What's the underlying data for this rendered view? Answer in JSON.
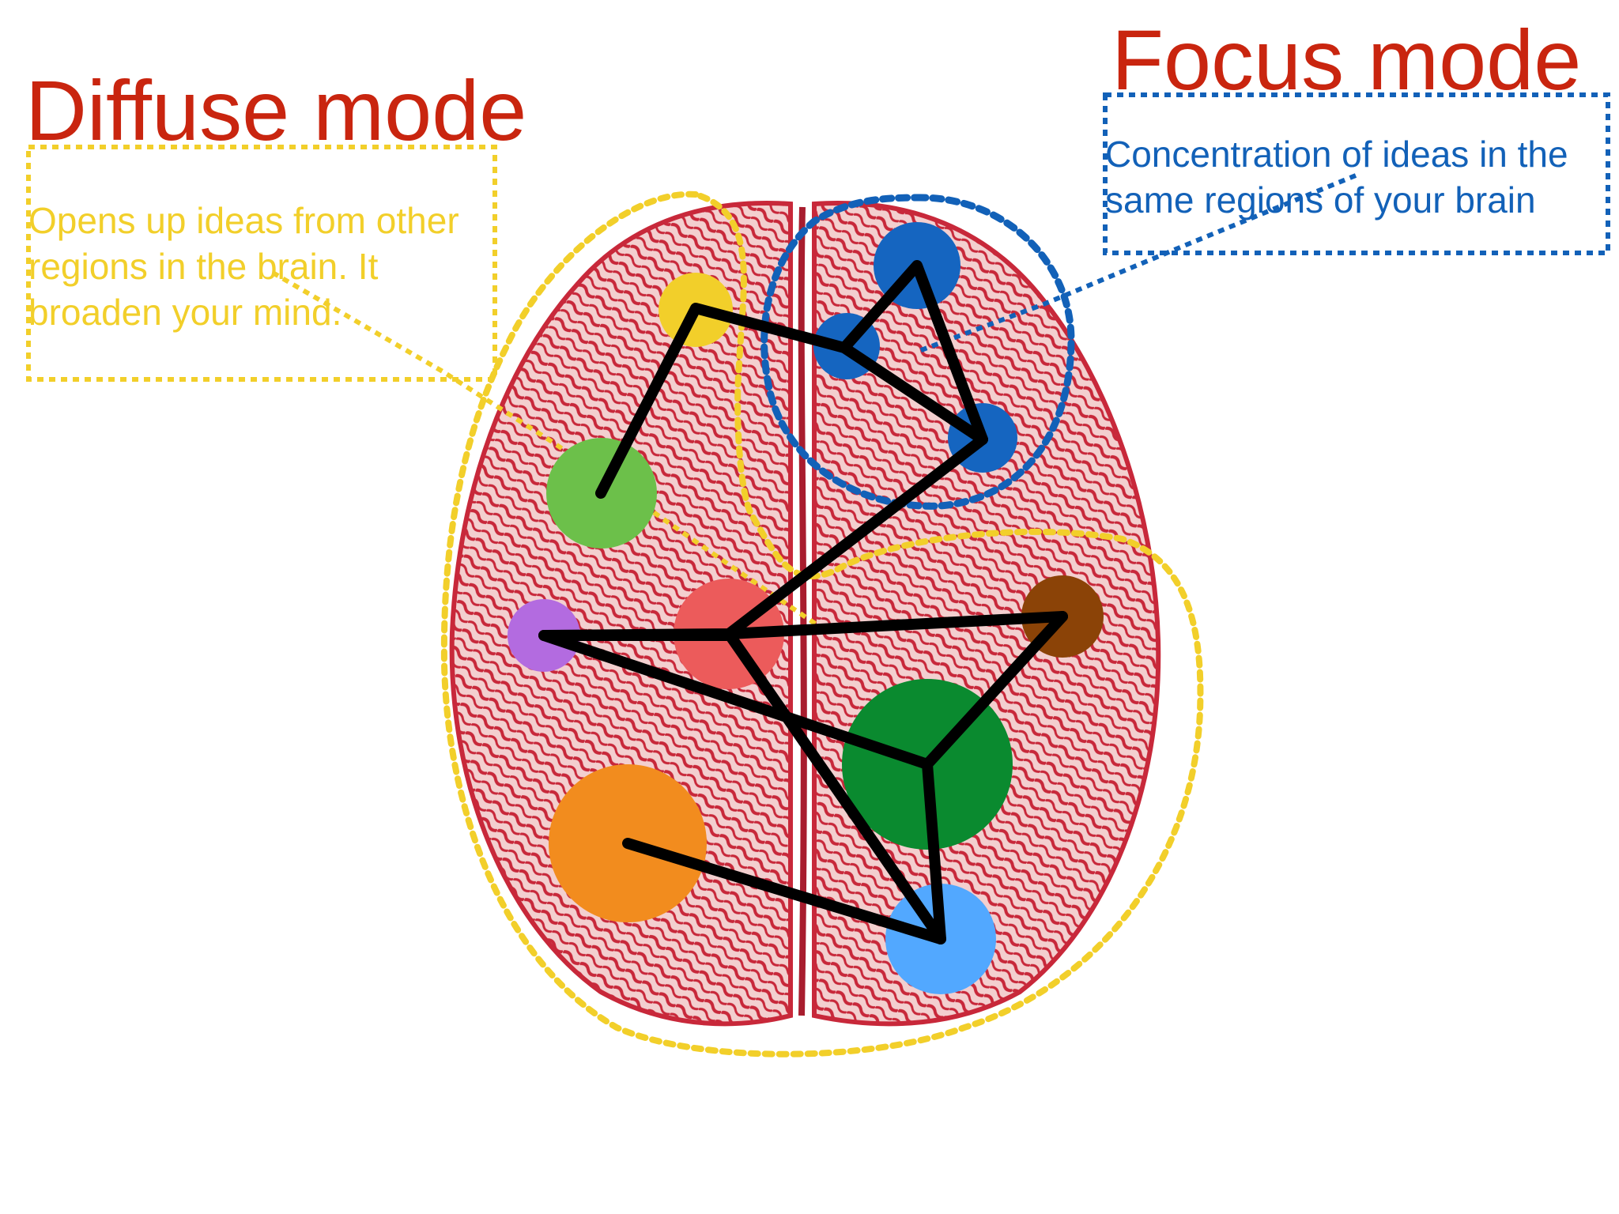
{
  "diffuse": {
    "title": "Diffuse mode",
    "description": "Opens up ideas from other regions in the brain. It broaden your mind."
  },
  "focus": {
    "title": "Focus mode",
    "description": "Concentration of ideas in the same regions of your brain"
  },
  "colors": {
    "title": "#c9250f",
    "diffuse_accent": "#f2cf2a",
    "focus_accent": "#1261b8",
    "brain": "#c8283a",
    "brain_background": "#f4d2d2",
    "connection": "#000000",
    "nodes": [
      "#f2cf2a",
      "#6cc04a",
      "#b36be0",
      "#ec5b5b",
      "#f28c1e",
      "#0a8a2f",
      "#52a8ff",
      "#1565c0",
      "#1565c0",
      "#1565c0",
      "#8b4307"
    ]
  },
  "nodes": [
    "yellow-node",
    "green-node",
    "purple-node",
    "red-node",
    "orange-node",
    "dark-green-node",
    "light-blue-node",
    "blue-node-top",
    "blue-node-mid",
    "blue-node-right",
    "brown-node"
  ]
}
